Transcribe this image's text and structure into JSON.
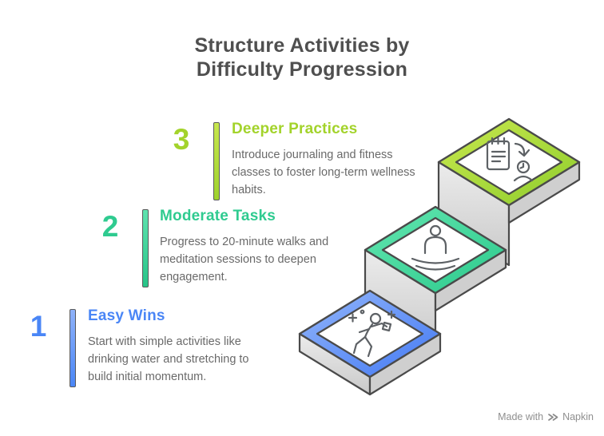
{
  "title": {
    "line1": "Structure Activities by",
    "line2": "Difficulty Progression"
  },
  "steps": [
    {
      "number": "1",
      "heading": "Easy Wins",
      "description": "Start with simple activities like drinking water and stretching to build initial momentum.",
      "accent_color": "#4a86f6",
      "icon": "dancing-person-icon"
    },
    {
      "number": "2",
      "heading": "Moderate Tasks",
      "description": "Progress to 20-minute walks and meditation sessions to deepen engagement.",
      "accent_color": "#2fcb90",
      "icon": "meditation-person-icon"
    },
    {
      "number": "3",
      "heading": "Deeper Practices",
      "description": "Introduce journaling and fitness classes to foster long-term wellness habits.",
      "accent_color": "#a3d32b",
      "icon": "journal-routine-icon"
    }
  ],
  "colors": {
    "title_gray": "#4f4f4f",
    "body_gray": "#6a6a6a",
    "outline_gray": "#4a4a4a",
    "platform_gray": "#d4d4d4",
    "blue_light": "#93b6fa",
    "blue_dark": "#4379f3",
    "teal_light": "#63e6b0",
    "teal_dark": "#2cc98c",
    "lime_light": "#c9e84e",
    "lime_dark": "#8ecd2d"
  },
  "footer": {
    "made_with": "Made with",
    "brand": "Napkin",
    "logo": "napkin-logo-icon"
  }
}
